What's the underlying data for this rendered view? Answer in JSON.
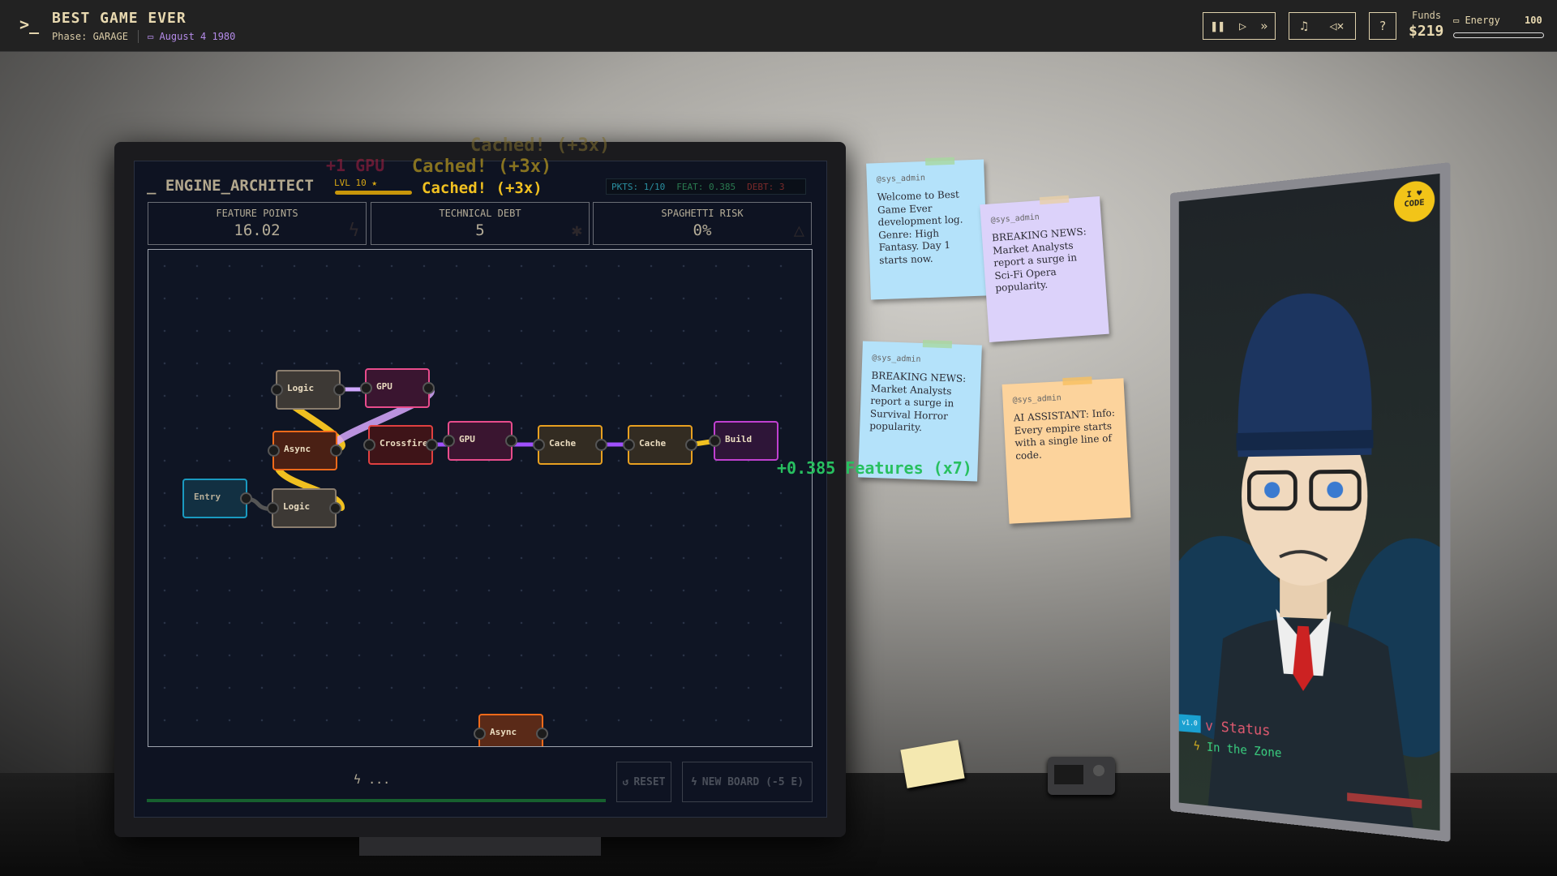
{
  "topbar": {
    "prompt": ">_",
    "title": "BEST GAME EVER",
    "phase": "Phase: GARAGE",
    "date": "August 4 1980",
    "icons": [
      "pause-icon",
      "play-icon",
      "fast-forward-icon",
      "music-icon",
      "mute-icon",
      "help-icon"
    ],
    "funds_label": "Funds",
    "funds_value": "$219",
    "energy_label": "Energy",
    "energy_value": "100",
    "energy_percent": 100
  },
  "engine": {
    "title": "_ ENGINE_ARCHITECT",
    "level": "LVL 10 ★",
    "float_gpu": "+1 GPU",
    "float_cached": "Cached! (+3x)",
    "packets": "PKTS: 1/10",
    "feat": "FEAT: 0.385",
    "debt": "DEBT: 3",
    "stats": [
      {
        "label": "FEATURE POINTS",
        "value": "16.02",
        "icon": "lightning-icon"
      },
      {
        "label": "TECHNICAL DEBT",
        "value": "5",
        "icon": "bug-icon"
      },
      {
        "label": "SPAGHETTI RISK",
        "value": "0%",
        "icon": "warning-icon"
      }
    ],
    "nodes": {
      "logic": "Logic",
      "gpu": "GPU",
      "async": "Async",
      "crossfire": "Crossfire",
      "cache": "Cache",
      "build": "Build",
      "entry": "Entry"
    },
    "gain": "+0.385 Features (x7)",
    "status": "...",
    "reset": "RESET",
    "new_board": "NEW BOARD (-5 E)"
  },
  "notes": [
    {
      "author": "@sys_admin",
      "text": "Welcome to Best Game Ever development log. Genre: High Fantasy. Day 1 starts now."
    },
    {
      "author": "@sys_admin",
      "text": "BREAKING NEWS: Market Analysts report a surge in Sci-Fi Opera popularity."
    },
    {
      "author": "@sys_admin",
      "text": "BREAKING NEWS: Market Analysts report a surge in Survival Horror popularity."
    },
    {
      "author": "@sys_admin",
      "text": "AI ASSISTANT: Info: Every empire starts with a single line of code."
    }
  ],
  "portrait": {
    "badge": "I ♥ CODE",
    "version": "v1.0",
    "status_label": "v Status",
    "status_value": "In the Zone"
  },
  "colors": {
    "accent": "#e8d9b0",
    "date": "#b48be8",
    "gain": "#28c060",
    "cached": "#f0c020"
  }
}
